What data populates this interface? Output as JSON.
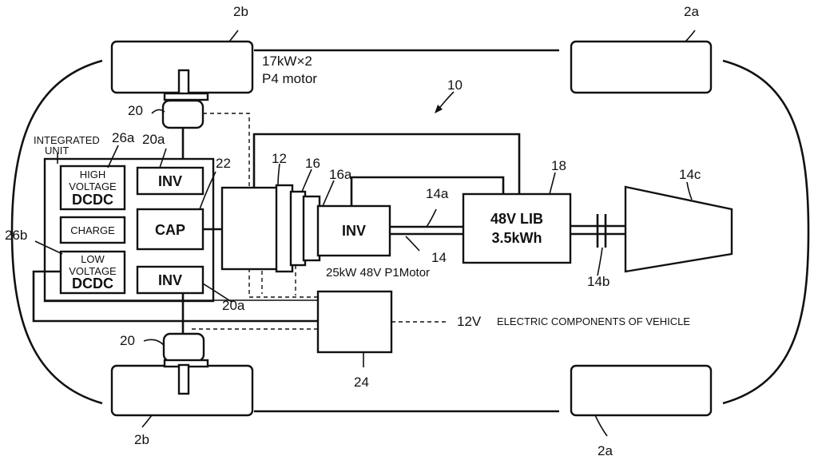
{
  "labels": {
    "wheel_rear_top": "2b",
    "wheel_front_top": "2a",
    "wheel_rear_bottom": "2b",
    "wheel_front_bottom": "2a",
    "p4_power": "17kW×2",
    "p4_motor": "P4 motor",
    "system": "10",
    "motor_top": "20",
    "motor_bottom": "20",
    "integrated_unit_line1": "INTEGRATED",
    "integrated_unit_line2": "UNIT",
    "ref_26a": "26a",
    "ref_26b": "26b",
    "ref_20a_top": "20a",
    "ref_20a_bottom": "20a",
    "ref_22": "22",
    "ref_12": "12",
    "ref_16": "16",
    "ref_16a": "16a",
    "ref_14a": "14a",
    "ref_14": "14",
    "ref_18": "18",
    "ref_14c": "14c",
    "ref_14b": "14b",
    "ref_24": "24",
    "p1_motor": "25kW 48V P1Motor",
    "v12": "12V",
    "electric_components": "ELECTRIC COMPONENTS OF VEHICLE"
  },
  "blocks": {
    "hv_dcdc_1": "HIGH",
    "hv_dcdc_2": "VOLTAGE",
    "hv_dcdc_3": "DCDC",
    "charge": "CHARGE",
    "lv_dcdc_1": "LOW",
    "lv_dcdc_2": "VOLTAGE",
    "lv_dcdc_3": "DCDC",
    "inv_top": "INV",
    "cap": "CAP",
    "inv_bottom": "INV",
    "inv_p1": "INV",
    "battery_1": "48V LIB",
    "battery_2": "3.5kWh"
  }
}
